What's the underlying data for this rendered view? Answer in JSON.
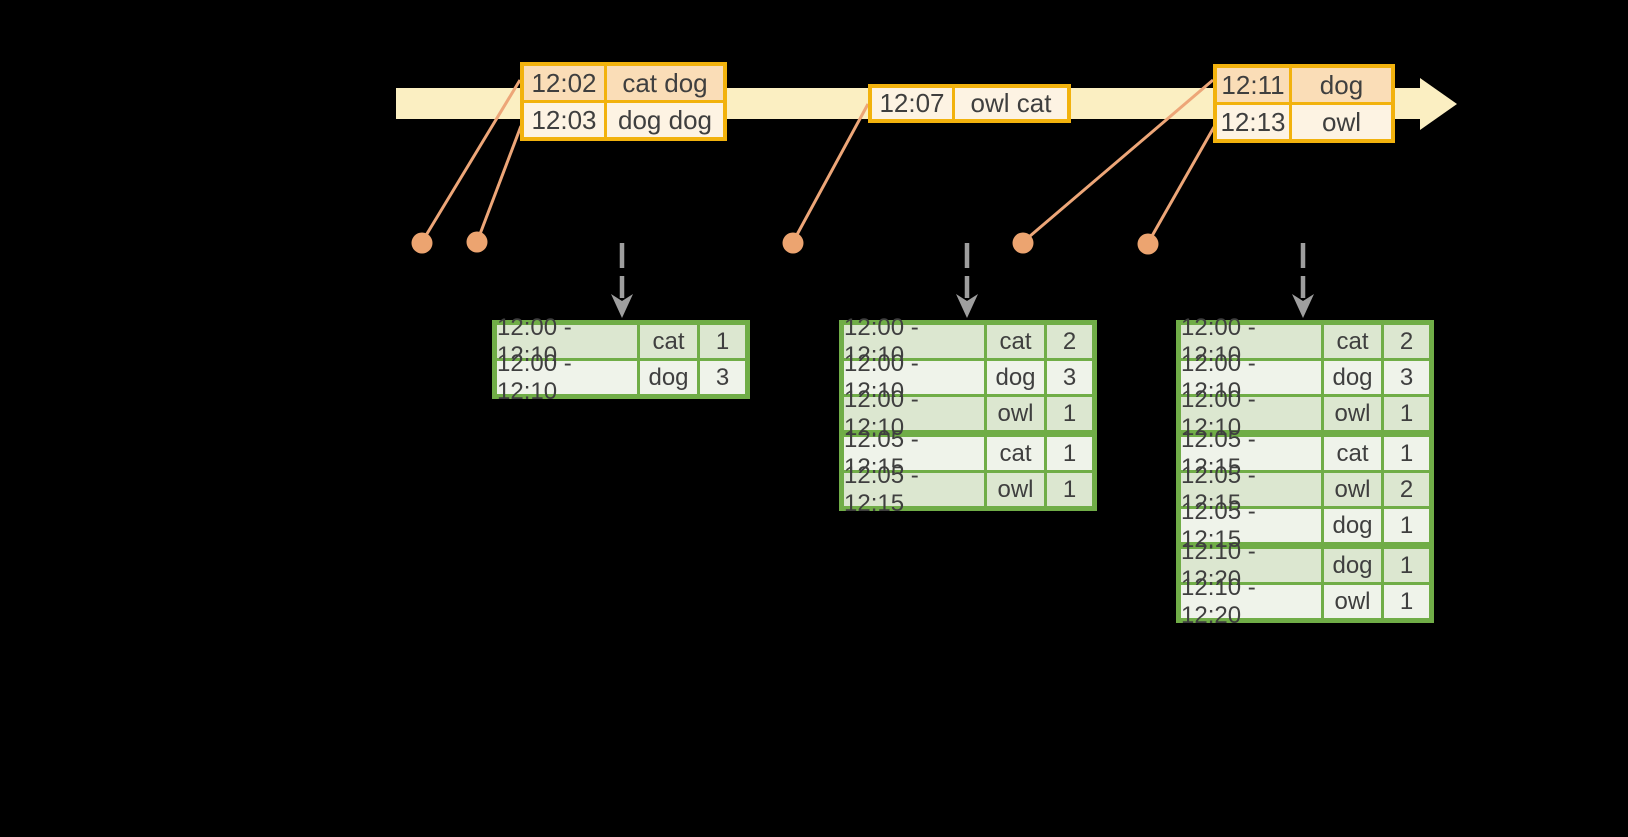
{
  "colors": {
    "background": "#000000",
    "stream_band": "#FBEFC2",
    "event_table_border": "#F2B20D",
    "event_row_dark": "#FADDB7",
    "event_row_light": "#FDF3E3",
    "result_table_border": "#70AD47",
    "result_row_dark": "#DCE7D0",
    "result_row_light": "#EFF3EA",
    "connector": "#EDA678",
    "trigger_arrow": "#9E9E9E",
    "text": "#3F3F3F"
  },
  "event_tables": [
    {
      "name": "events-12-02",
      "rows": [
        {
          "time": "12:02",
          "words": "cat dog",
          "tone": "dark"
        },
        {
          "time": "12:03",
          "words": "dog dog",
          "tone": "light"
        }
      ]
    },
    {
      "name": "events-12-07",
      "rows": [
        {
          "time": "12:07",
          "words": "owl cat",
          "tone": "light"
        }
      ]
    },
    {
      "name": "events-12-11",
      "rows": [
        {
          "time": "12:11",
          "words": "dog",
          "tone": "dark"
        },
        {
          "time": "12:13",
          "words": "owl",
          "tone": "light"
        }
      ]
    }
  ],
  "result_tables": [
    {
      "name": "result-table-1",
      "group_start_rows": [],
      "rows": [
        {
          "window": "12:00 - 12:10",
          "word": "cat",
          "count": "1",
          "tone": "dark"
        },
        {
          "window": "12:00 - 12:10",
          "word": "dog",
          "count": "3",
          "tone": "light"
        }
      ]
    },
    {
      "name": "result-table-2",
      "group_start_rows": [
        3
      ],
      "rows": [
        {
          "window": "12:00 - 12:10",
          "word": "cat",
          "count": "2",
          "tone": "dark"
        },
        {
          "window": "12:00 - 12:10",
          "word": "dog",
          "count": "3",
          "tone": "light"
        },
        {
          "window": "12:00 - 12:10",
          "word": "owl",
          "count": "1",
          "tone": "dark"
        },
        {
          "window": "12:05 - 12:15",
          "word": "cat",
          "count": "1",
          "tone": "light"
        },
        {
          "window": "12:05 - 12:15",
          "word": "owl",
          "count": "1",
          "tone": "dark"
        }
      ]
    },
    {
      "name": "result-table-3",
      "group_start_rows": [
        3,
        6
      ],
      "rows": [
        {
          "window": "12:00 - 12:10",
          "word": "cat",
          "count": "2",
          "tone": "dark"
        },
        {
          "window": "12:00 - 12:10",
          "word": "dog",
          "count": "3",
          "tone": "light"
        },
        {
          "window": "12:00 - 12:10",
          "word": "owl",
          "count": "1",
          "tone": "dark"
        },
        {
          "window": "12:05 - 12:15",
          "word": "cat",
          "count": "1",
          "tone": "light"
        },
        {
          "window": "12:05 - 12:15",
          "word": "owl",
          "count": "2",
          "tone": "dark"
        },
        {
          "window": "12:05 - 12:15",
          "word": "dog",
          "count": "1",
          "tone": "light"
        },
        {
          "window": "12:10 - 12:20",
          "word": "dog",
          "count": "1",
          "tone": "dark"
        },
        {
          "window": "12:10 - 12:20",
          "word": "owl",
          "count": "1",
          "tone": "light"
        }
      ]
    }
  ]
}
